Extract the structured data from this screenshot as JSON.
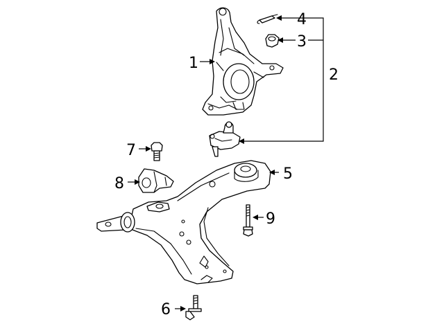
{
  "callouts": [
    {
      "id": "1",
      "label": "1"
    },
    {
      "id": "2",
      "label": "2"
    },
    {
      "id": "3",
      "label": "3"
    },
    {
      "id": "4",
      "label": "4"
    },
    {
      "id": "5",
      "label": "5"
    },
    {
      "id": "6",
      "label": "6"
    },
    {
      "id": "7",
      "label": "7"
    },
    {
      "id": "8",
      "label": "8"
    },
    {
      "id": "9",
      "label": "9"
    }
  ],
  "parts": [
    {
      "id": "steering-knuckle",
      "callout": "1"
    },
    {
      "id": "knuckle-assembly-bracket",
      "callout": "2"
    },
    {
      "id": "nut",
      "callout": "3"
    },
    {
      "id": "cotter-pin",
      "callout": "4"
    },
    {
      "id": "lower-control-arm",
      "callout": "5"
    },
    {
      "id": "bolt-lower",
      "callout": "6"
    },
    {
      "id": "bolt-flange",
      "callout": "7"
    },
    {
      "id": "bracket",
      "callout": "8"
    },
    {
      "id": "long-bolt",
      "callout": "9"
    }
  ],
  "colors": {
    "line": "#000000",
    "background": "#ffffff"
  }
}
